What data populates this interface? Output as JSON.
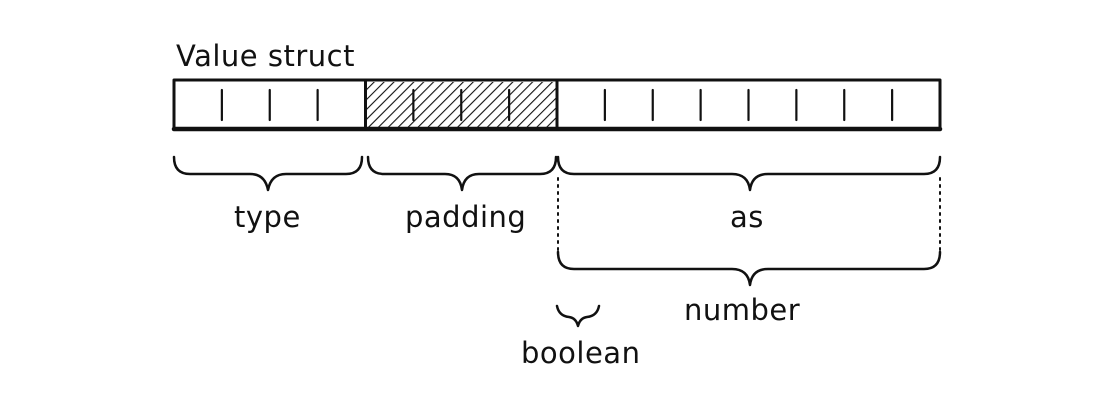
{
  "title": "Value struct",
  "struct": {
    "total_bytes": 16,
    "regions": [
      {
        "name": "type",
        "bytes": 4,
        "hatched": false
      },
      {
        "name": "padding",
        "bytes": 4,
        "hatched": true
      },
      {
        "name": "as",
        "bytes": 8,
        "hatched": false
      }
    ]
  },
  "labels": {
    "type": "type",
    "padding": "padding",
    "as": "as",
    "number": "number",
    "boolean": "boolean"
  },
  "union_members": [
    {
      "name": "number",
      "bytes": 8
    },
    {
      "name": "boolean",
      "bytes": 1
    }
  ],
  "colors": {
    "ink": "#111111",
    "background": "#ffffff"
  }
}
